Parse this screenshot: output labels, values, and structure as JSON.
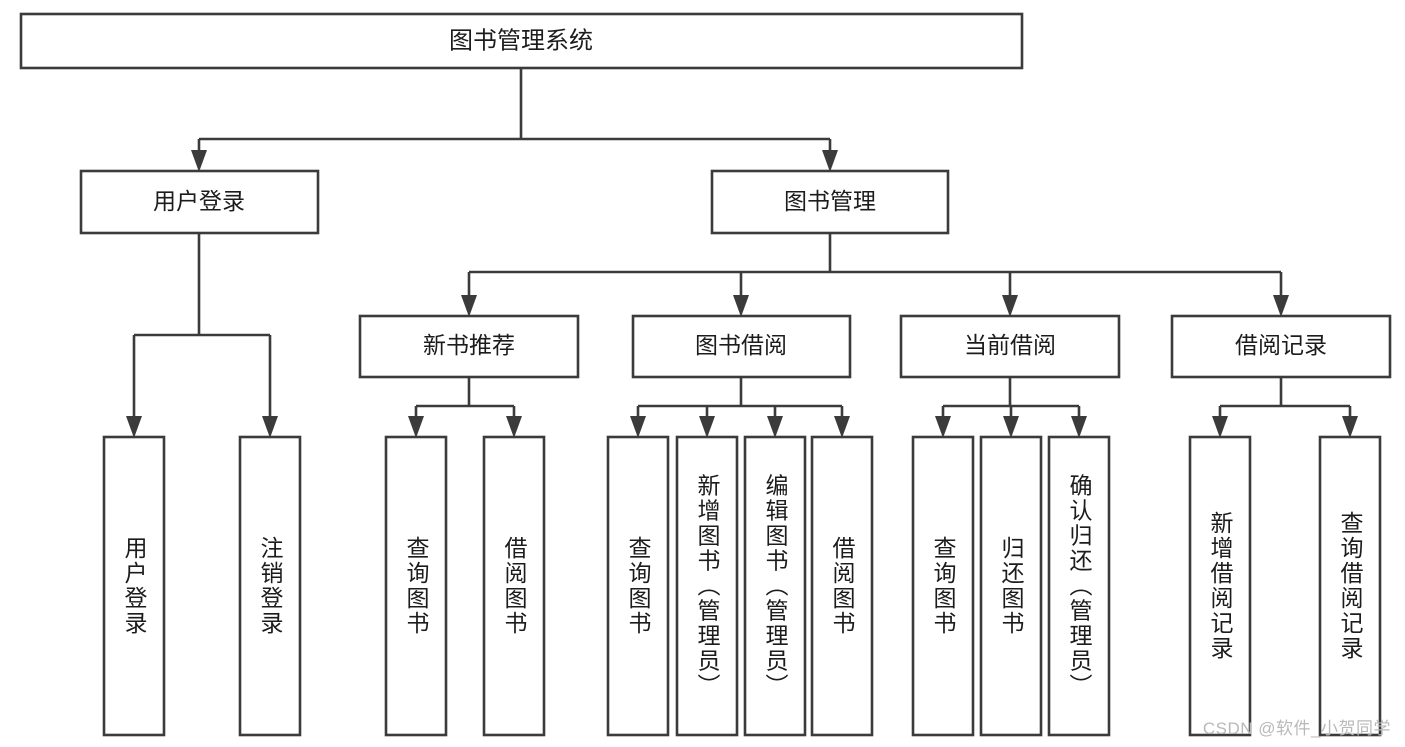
{
  "diagram": {
    "type": "tree",
    "title": "图书管理系统",
    "watermark": "CSDN @软件_小贺同学",
    "colors": {
      "box_stroke": "#3b3b3b",
      "box_fill": "#ffffff",
      "text": "#1c1c1c",
      "connector": "#3b3b3b",
      "watermark": "#b9b9b9",
      "background": "#ffffff"
    },
    "root": {
      "label": "图书管理系统"
    },
    "level1": [
      {
        "label": "用户登录"
      },
      {
        "label": "图书管理"
      }
    ],
    "level2": [
      {
        "label": "新书推荐"
      },
      {
        "label": "图书借阅"
      },
      {
        "label": "当前借阅"
      },
      {
        "label": "借阅记录"
      }
    ],
    "leaves": {
      "user_login": [
        {
          "label": "用户登录"
        },
        {
          "label": "注销登录"
        }
      ],
      "new_book_recommend": [
        {
          "label": "查询图书"
        },
        {
          "label": "借阅图书"
        }
      ],
      "book_borrow": [
        {
          "label": "查询图书"
        },
        {
          "label": "新增图书（管理员）"
        },
        {
          "label": "编辑图书（管理员）"
        },
        {
          "label": "借阅图书"
        }
      ],
      "current_borrow": [
        {
          "label": "查询图书"
        },
        {
          "label": "归还图书"
        },
        {
          "label": "确认归还（管理员）"
        }
      ],
      "borrow_record": [
        {
          "label": "新增借阅记录"
        },
        {
          "label": "查询借阅记录"
        }
      ]
    }
  }
}
